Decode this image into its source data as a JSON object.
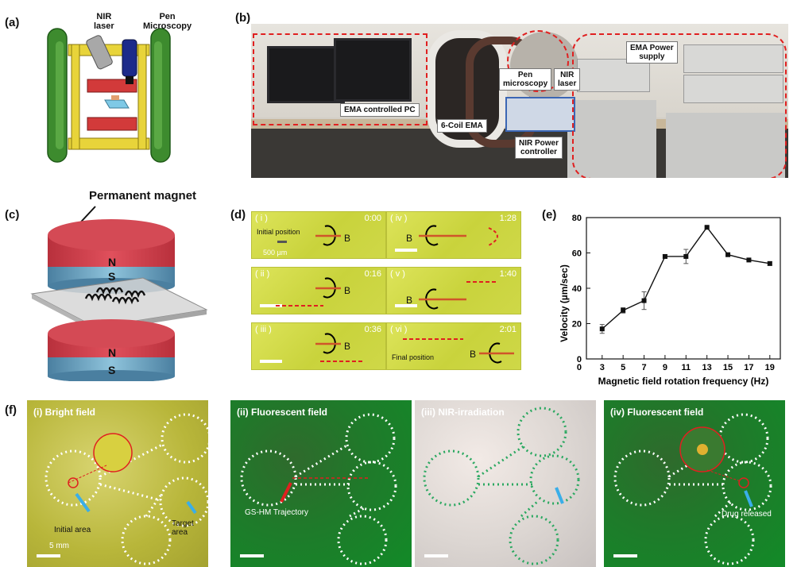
{
  "panels": {
    "a": {
      "letter": "(a)",
      "labels": {
        "nir_laser": "NIR\nlaser",
        "pen_microscopy": "Pen\nMicroscopy"
      }
    },
    "b": {
      "letter": "(b)",
      "labels": {
        "pc": "EMA controlled PC",
        "coil": "6-Coil EMA",
        "pen": "Pen\nmicroscopy",
        "nir": "NIR\nlaser",
        "power_supply": "EMA Power\nsupply",
        "nir_ctrl": "NIR Power\ncontroller"
      }
    },
    "c": {
      "letter": "(c)",
      "title": "Permanent magnet",
      "top_n": "N",
      "top_s": "S",
      "bottom_n": "N",
      "bottom_s": "S"
    },
    "d": {
      "letter": "(d)",
      "frames": [
        {
          "label": "( i )",
          "time": "0:00",
          "b": "B",
          "extra": "Initial position",
          "scale": "500 µm"
        },
        {
          "label": "( iv )",
          "time": "1:28",
          "b": "B"
        },
        {
          "label": "( ii )",
          "time": "0:16",
          "b": "B"
        },
        {
          "label": "( v )",
          "time": "1:40",
          "b": "B"
        },
        {
          "label": "( iii )",
          "time": "0:36",
          "b": "B"
        },
        {
          "label": "( vi )",
          "time": "2:01",
          "b": "B",
          "extra": "Final position"
        }
      ]
    },
    "e": {
      "letter": "(e)"
    },
    "f": {
      "letter": "(f)",
      "images": [
        {
          "title": "(i) Bright field",
          "ann1": "Initial area",
          "ann2": "Target area",
          "scale": "5 mm"
        },
        {
          "title": "(ii) Fluorescent field",
          "ann1": "GS-HM Trajectory"
        },
        {
          "title": "(iii) NIR-irradiation"
        },
        {
          "title": "(iv) Fluorescent field",
          "ann1": "Drug released"
        }
      ]
    }
  },
  "chart_data": {
    "type": "line",
    "x": [
      3,
      5,
      7,
      9,
      11,
      13,
      15,
      17,
      19
    ],
    "values": [
      17,
      27.5,
      33,
      58,
      58,
      74.5,
      59,
      56,
      54
    ],
    "errors": [
      2.5,
      1.5,
      5,
      1,
      4,
      0.5,
      1,
      0.5,
      1
    ],
    "xlabel": "Magnetic field rotation frequency (Hz)",
    "ylabel": "Velocity (µm/sec)",
    "xlim": [
      1.5,
      20
    ],
    "ylim": [
      0,
      80
    ],
    "xticks": [
      "3",
      "5",
      "7",
      "9",
      "11",
      "13",
      "15",
      "17",
      "19"
    ],
    "yticks": [
      "0",
      "20",
      "40",
      "60",
      "80"
    ],
    "color": "#111111"
  }
}
